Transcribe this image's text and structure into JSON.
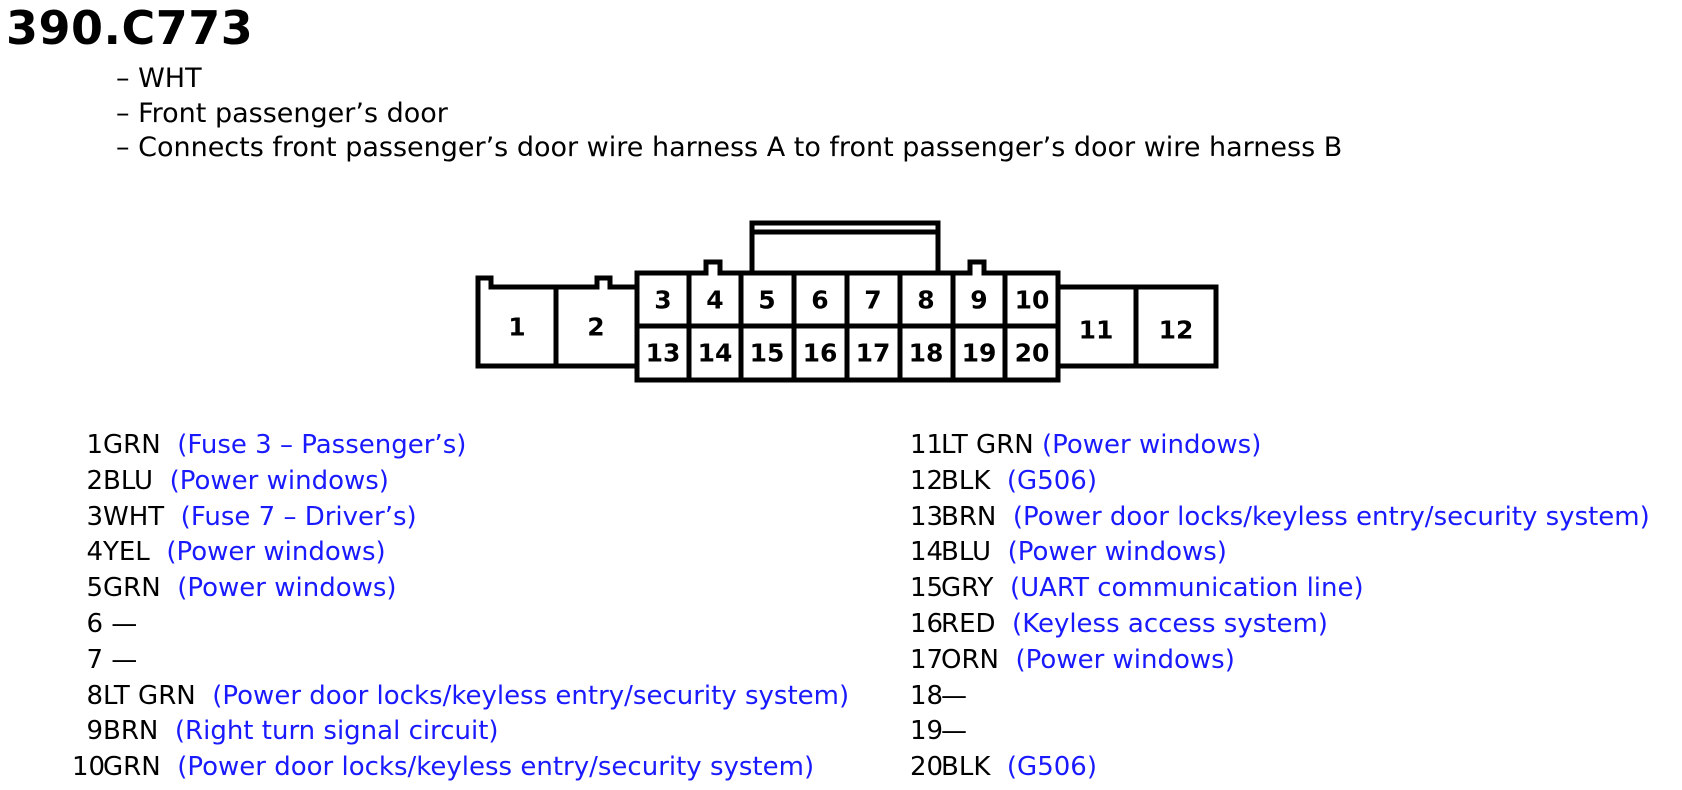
{
  "connector": {
    "title": "390.C773",
    "details": [
      "WHT",
      "Front passenger’s door",
      "Connects front passenger’s door wire harness A to front passenger’s door wire harness B"
    ]
  },
  "terminals": {
    "left": [
      {
        "num": "1",
        "color": "GRN",
        "circuit": "(Fuse 3 – Passenger’s)"
      },
      {
        "num": "2",
        "color": "BLU",
        "circuit": "(Power windows)"
      },
      {
        "num": "3",
        "color": "WHT",
        "circuit": "(Fuse 7 – Driver’s)"
      },
      {
        "num": "4",
        "color": "YEL",
        "circuit": "(Power windows)"
      },
      {
        "num": "5",
        "color": "GRN",
        "circuit": "(Power windows)"
      },
      {
        "num": "6",
        "color": "—",
        "circuit": ""
      },
      {
        "num": "7",
        "color": "—",
        "circuit": ""
      },
      {
        "num": "8",
        "color": "LT GRN",
        "circuit": "(Power door locks/keyless entry/security system)"
      },
      {
        "num": "9",
        "color": "BRN",
        "circuit": "(Right turn signal circuit)"
      },
      {
        "num": "10",
        "color": "GRN",
        "circuit": "(Power door locks/keyless entry/security system)"
      }
    ],
    "right": [
      {
        "num": "11",
        "color": "LT GRN",
        "circuit": "(Power windows)"
      },
      {
        "num": "12",
        "color": "BLK",
        "circuit": "(G506)"
      },
      {
        "num": "13",
        "color": "BRN",
        "circuit": "(Power door locks/keyless entry/security system)"
      },
      {
        "num": "14",
        "color": "BLU",
        "circuit": "(Power windows)"
      },
      {
        "num": "15",
        "color": "GRY",
        "circuit": "(UART communication line)"
      },
      {
        "num": "16",
        "color": "RED",
        "circuit": "(Keyless access system)"
      },
      {
        "num": "17",
        "color": "ORN",
        "circuit": "(Power windows)"
      },
      {
        "num": "18",
        "color": "—",
        "circuit": ""
      },
      {
        "num": "19",
        "color": "—",
        "circuit": ""
      },
      {
        "num": "20",
        "color": "BLK",
        "circuit": "(G506)"
      }
    ]
  },
  "diagram_labels": [
    "1",
    "2",
    "3",
    "4",
    "5",
    "6",
    "7",
    "8",
    "9",
    "10",
    "11",
    "12",
    "13",
    "14",
    "15",
    "16",
    "17",
    "18",
    "19",
    "20"
  ],
  "colors": {
    "circuit_text": "#1a1aff"
  }
}
